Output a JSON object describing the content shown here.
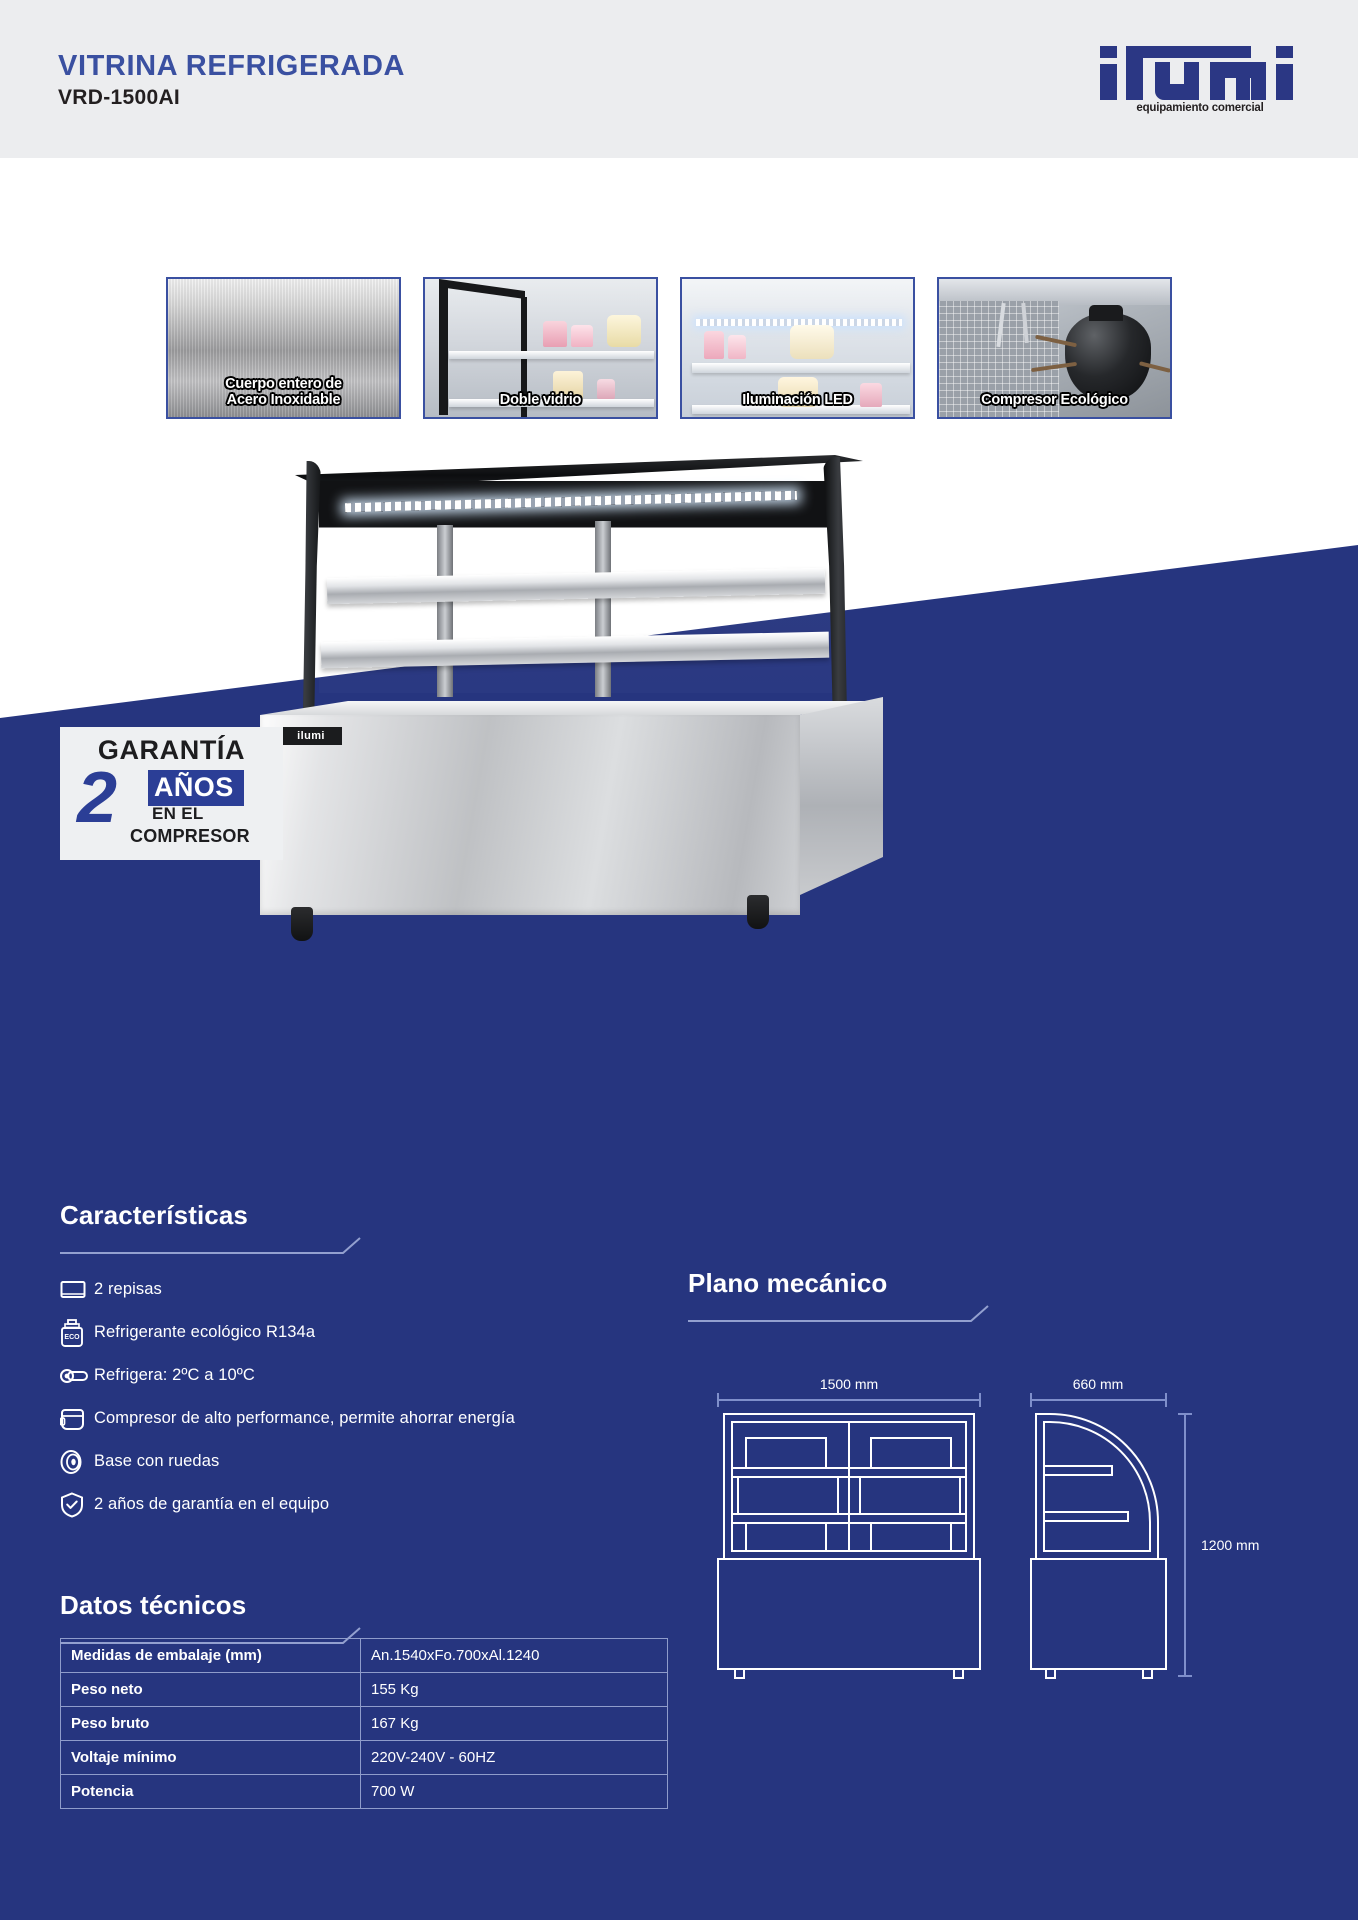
{
  "header": {
    "product_title": "VITRINA REFRIGERADA",
    "product_model": "VRD-1500AI",
    "brand_name": "ilumi",
    "brand_tagline": "equipamiento comercial",
    "title_color": "#3a50a1",
    "brand_color": "#2b3784"
  },
  "thumbnails": [
    {
      "caption": "Cuerpo entero de\nAcero Inoxidable",
      "caption_line1": "Cuerpo entero de",
      "caption_line2": "Acero Inoxidable",
      "icon": "stainless-steel-texture"
    },
    {
      "caption": "Doble vidrio",
      "caption_line1": "Doble vidrio",
      "caption_line2": "",
      "icon": "double-glass-photo"
    },
    {
      "caption": "Iluminación LED",
      "caption_line1": "Iluminación LED",
      "caption_line2": "",
      "icon": "led-lighting-photo"
    },
    {
      "caption": "Compresor Ecológico",
      "caption_line1": "Compresor Ecológico",
      "caption_line2": "",
      "icon": "eco-compressor-photo"
    }
  ],
  "product_photo": {
    "cabinet_logo": "ilumi",
    "alt": "Vitrina refrigerada VRD-1500AI"
  },
  "warranty": {
    "garantia": "GARANTÍA",
    "number": "2",
    "anos": "AÑOS",
    "en_el": "EN EL",
    "compresor": "COMPRESOR",
    "accent_color": "#2b3e96"
  },
  "features": {
    "heading": "Características",
    "items": [
      {
        "icon": "shelf-icon",
        "label": "2 repisas"
      },
      {
        "icon": "eco-refrigerant-icon",
        "label": "Refrigerante ecológico R134a"
      },
      {
        "icon": "thermometer-icon",
        "label": "Refrigera: 2ºC a 10ºC"
      },
      {
        "icon": "compressor-icon",
        "label": "Compresor de alto performance, permite ahorrar energía"
      },
      {
        "icon": "wheel-icon",
        "label": "Base con ruedas"
      },
      {
        "icon": "shield-check-icon",
        "label": "2 años de garantía en el equipo"
      }
    ]
  },
  "tech": {
    "heading": "Datos técnicos",
    "rows": [
      {
        "key": "Medidas de embalaje (mm)",
        "value": "An.1540xFo.700xAl.1240"
      },
      {
        "key": "Peso neto",
        "value": "155 Kg"
      },
      {
        "key": "Peso bruto",
        "value": "167 Kg"
      },
      {
        "key": "Voltaje mínimo",
        "value": "220V-240V - 60HZ"
      },
      {
        "key": "Potencia",
        "value": "700 W"
      }
    ]
  },
  "plano": {
    "heading": "Plano mecánico",
    "dim_width": "1500 mm",
    "dim_depth": "660 mm",
    "dim_height": "1200 mm"
  },
  "colors": {
    "background_blue": "#26357f",
    "header_gray": "#ecedef",
    "line_blue": "#8f9ccb",
    "white": "#ffffff"
  }
}
